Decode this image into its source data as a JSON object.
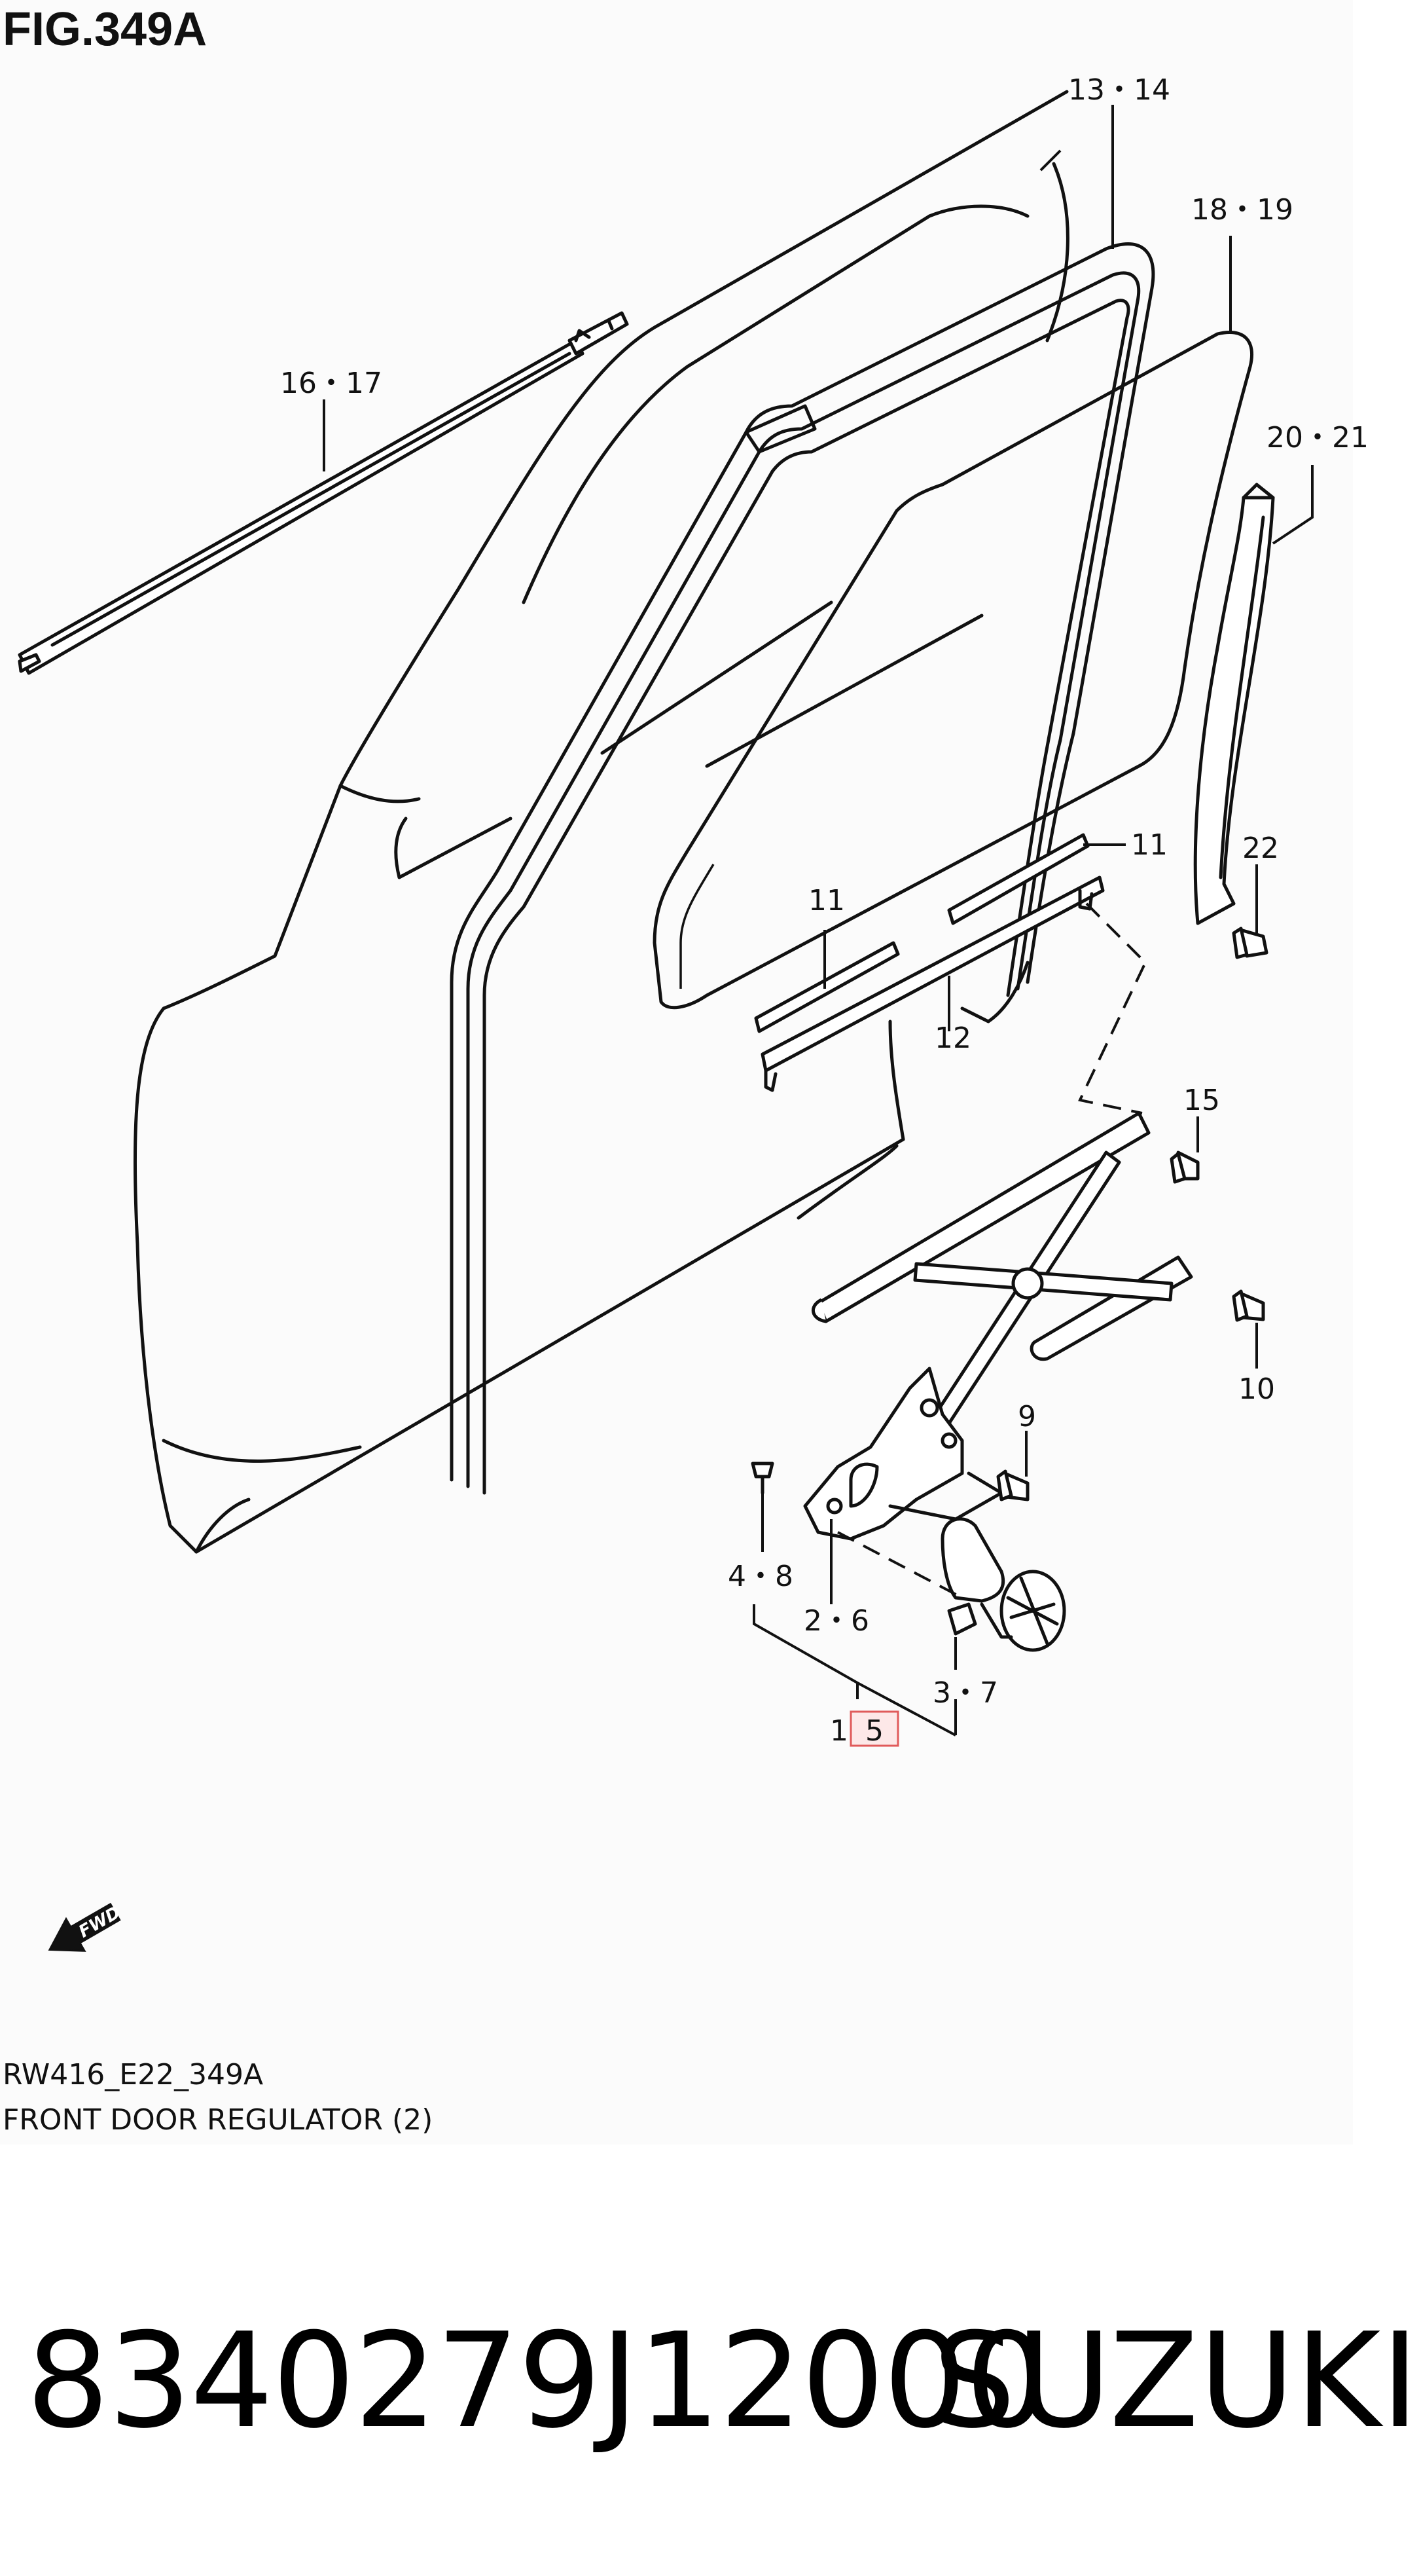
{
  "figure_title": "FIG.349A",
  "diagram_code": "RW416_E22_349A",
  "diagram_caption": "FRONT DOOR REGULATOR (2)",
  "fwd_badge": "FWD",
  "callouts": {
    "c13_14": "13・14",
    "c16_17": "16・17",
    "c18_19": "18・19",
    "c20_21": "20・21",
    "c22": "22",
    "c11_right": "11",
    "c11_left": "11",
    "c12": "12",
    "c15": "15",
    "c10": "10",
    "c9": "9",
    "c4_8": "4・8",
    "c2_6": "2・6",
    "c3_7": "3・7",
    "c1": "1・",
    "c5_highlight": "5"
  },
  "colors": {
    "highlight_border": "#e05a5a",
    "highlight_fill": "#fde8e8",
    "panel_bg": "#fbfbfb"
  },
  "part_number": "8340279J12000",
  "brand": "SUZUKI"
}
